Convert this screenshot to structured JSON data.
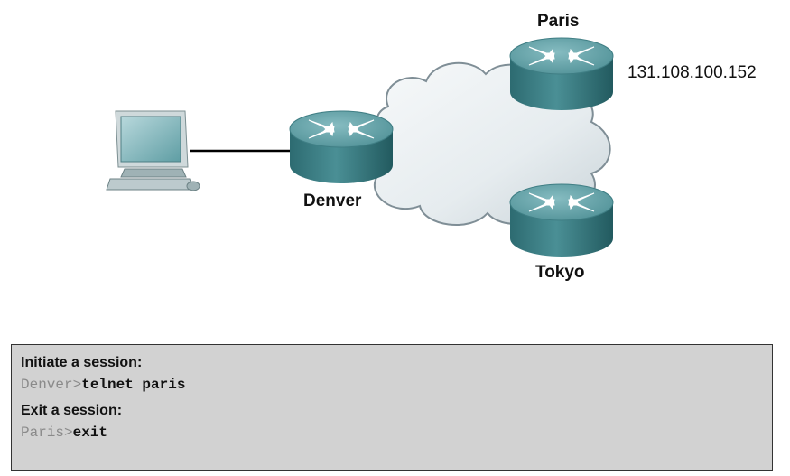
{
  "routers": {
    "paris": {
      "name": "Paris",
      "address": "131.108.100.152"
    },
    "denver": {
      "name": "Denver"
    },
    "tokyo": {
      "name": "Tokyo"
    }
  },
  "commands": {
    "initiate": {
      "heading": "Initiate a session:",
      "prompt": "Denver>",
      "command": "telnet paris"
    },
    "exit": {
      "heading": "Exit a session:",
      "prompt": "Paris>",
      "command": "exit"
    }
  },
  "colors": {
    "router_top": "#5d9ea4",
    "router_side": "#2f6f75",
    "cloud_fill": "#e6ecef",
    "box_fill": "#d2d2d2"
  }
}
